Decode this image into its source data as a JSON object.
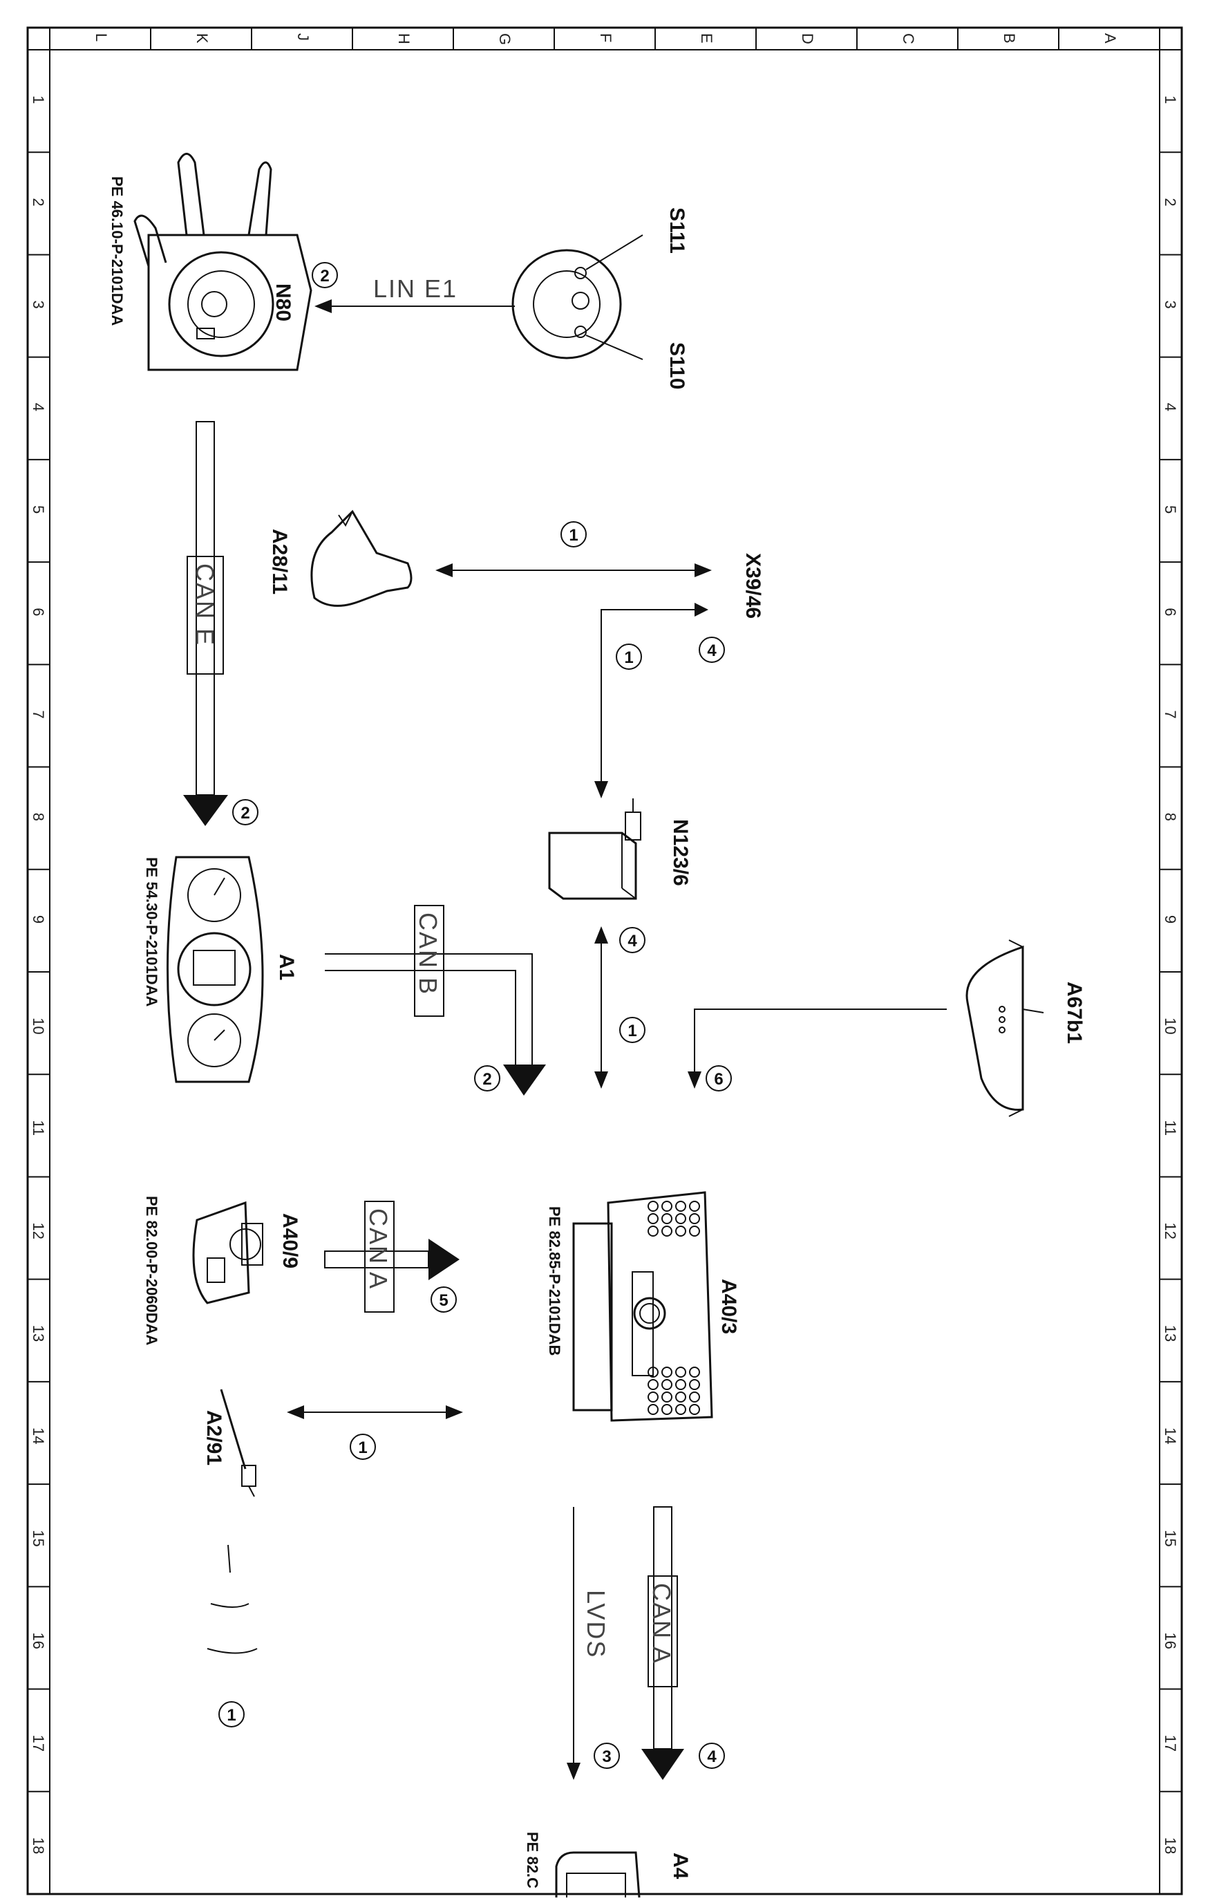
{
  "frame": {
    "column_letters": [
      "L",
      "K",
      "J",
      "H",
      "G",
      "F",
      "E",
      "D",
      "C",
      "B",
      "A"
    ],
    "row_numbers": [
      "1",
      "2",
      "3",
      "4",
      "5",
      "6",
      "7",
      "8",
      "9",
      "10",
      "11",
      "12",
      "13",
      "14",
      "15",
      "16",
      "17",
      "18"
    ]
  },
  "components": {
    "n80": {
      "label": "N80",
      "ref": "PE 46.10-P-2101DAA"
    },
    "s111": {
      "label": "S111"
    },
    "s110": {
      "label": "S110"
    },
    "a28_11": {
      "label": "A28/11"
    },
    "x39_46": {
      "label": "X39/46"
    },
    "n123_6": {
      "label": "N123/6"
    },
    "a1": {
      "label": "A1",
      "ref": "PE 54.30-P-2101DAA"
    },
    "a67b1": {
      "label": "A67b1"
    },
    "a40_9": {
      "label": "A40/9",
      "ref": "PE 82.00-P-2060DAA"
    },
    "a40_3": {
      "label": "A40/3",
      "ref": "PE 82.85-P-2101DAB"
    },
    "a2_91": {
      "label": "A2/91"
    },
    "bottom_partial": {
      "label": "A4",
      "ref": "PE 82.C"
    }
  },
  "buses": {
    "lin_e1": "LIN E1",
    "can_e": "CAN E",
    "can_b": "CAN B",
    "can_a_top": "CAN A",
    "can_a_bottom": "CAN A",
    "lvds": "LVDS"
  },
  "callouts": {
    "n80_2": "2",
    "a28_1": "1",
    "x39_1": "1",
    "x39_4": "4",
    "cane_2": "2",
    "n123_4": "4",
    "n123_1": "1",
    "canb_2": "2",
    "a67_6": "6",
    "cana_5": "5",
    "a2_1": "1",
    "radio_1": "1",
    "lvds_3": "3",
    "cana_4": "4"
  }
}
